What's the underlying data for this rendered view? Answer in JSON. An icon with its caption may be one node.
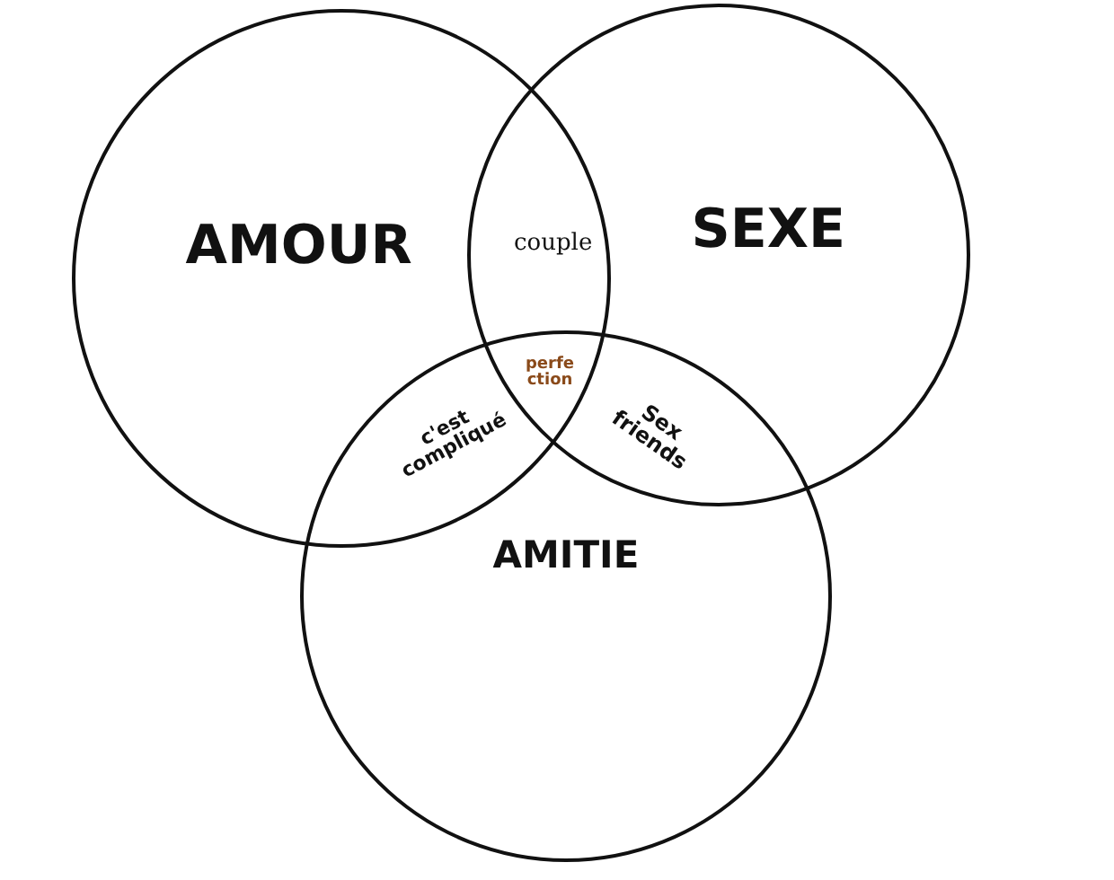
{
  "diagram": {
    "nodes": [
      {
        "text": [
          "AMOUR"
        ]
      },
      {
        "text": [
          "SEXE"
        ]
      },
      {
        "text": [
          "AMITIE"
        ]
      }
    ],
    "labels": [
      "couple",
      "perfection",
      "c'est compliqué",
      "Sex friends"
    ]
  }
}
